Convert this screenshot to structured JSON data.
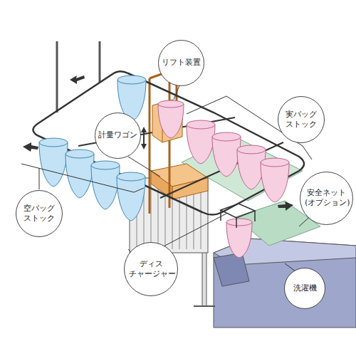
{
  "diagram": {
    "nodes": [
      {
        "text": [
          "リフト装置"
        ]
      },
      {
        "text": [
          "実バッグ ストック"
        ]
      },
      {
        "text": [
          "計量ワゴン"
        ]
      },
      {
        "text": [
          "安全ネット (オプション)"
        ]
      },
      {
        "text": [
          "空バッグ ストック"
        ]
      },
      {
        "text": [
          "ディス チャージャー"
        ]
      },
      {
        "text": [
          "洗濯機"
        ]
      }
    ]
  }
}
